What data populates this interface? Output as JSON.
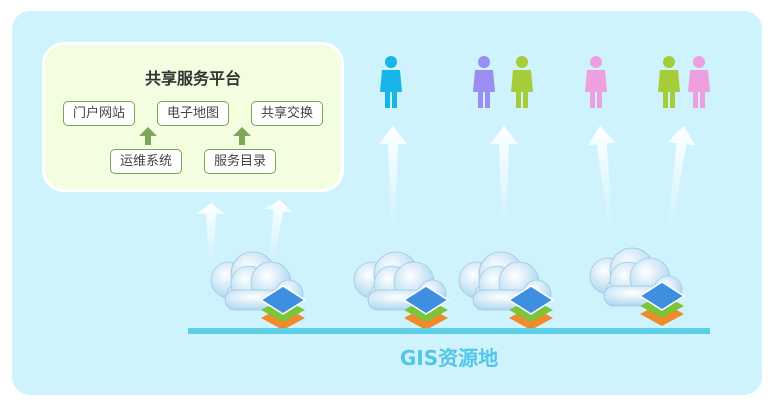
{
  "platform": {
    "title": "共享服务平台",
    "top_items": [
      "门户网站",
      "电子地图",
      "共享交换"
    ],
    "bottom_items": [
      "运维系统",
      "服务目录"
    ]
  },
  "resource": {
    "label": "GIS资源地"
  },
  "colors": {
    "user_cyan": "#17b5e8",
    "user_purple": "#9a8ef0",
    "user_green": "#a6cc3a",
    "user_pink": "#ee9fe0",
    "line": "#5ccfe6"
  }
}
